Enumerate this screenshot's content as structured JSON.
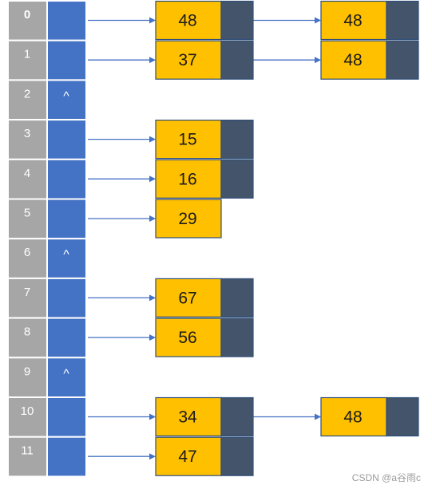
{
  "colors": {
    "index_cell": "#a6a6a6",
    "pointer_cell": "#4472c4",
    "node_value": "#ffc000",
    "node_next": "#44546a",
    "border": "#ffffff",
    "node_border": "#2f4f7a",
    "arrow": "#4472c4"
  },
  "null_symbol": "^",
  "buckets": [
    {
      "index": "0",
      "chain": [
        "48",
        "48"
      ],
      "last_has_next": true
    },
    {
      "index": "1",
      "chain": [
        "37",
        "48"
      ],
      "last_has_next": true
    },
    {
      "index": "2",
      "chain": [],
      "last_has_next": false
    },
    {
      "index": "3",
      "chain": [
        "15"
      ],
      "last_has_next": true
    },
    {
      "index": "4",
      "chain": [
        "16"
      ],
      "last_has_next": true
    },
    {
      "index": "5",
      "chain": [
        "29"
      ],
      "last_has_next": false
    },
    {
      "index": "6",
      "chain": [],
      "last_has_next": false
    },
    {
      "index": "7",
      "chain": [
        "67"
      ],
      "last_has_next": true
    },
    {
      "index": "8",
      "chain": [
        "56"
      ],
      "last_has_next": true
    },
    {
      "index": "9",
      "chain": [],
      "last_has_next": false
    },
    {
      "index": "10",
      "chain": [
        "34",
        "48"
      ],
      "last_has_next": true
    },
    {
      "index": "11",
      "chain": [
        "47"
      ],
      "last_has_next": true
    }
  ],
  "watermark": "CSDN @a谷雨c"
}
